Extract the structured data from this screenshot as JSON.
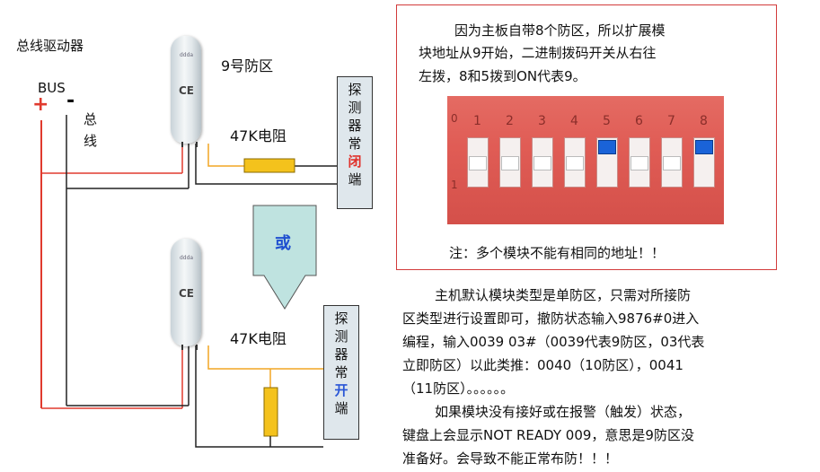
{
  "bus": {
    "driver_label": "总线驱动器",
    "bus_label": "BUS",
    "plus": "+",
    "minus": "-",
    "line_label_1": "总",
    "line_label_2": "线"
  },
  "top_circuit": {
    "zone_label": "9号防区",
    "resistor_label": "47K电阻",
    "module_ce": "CE",
    "module_tag": "ddda",
    "detector_chars": [
      "探",
      "测",
      "器",
      "常",
      "闭",
      "端"
    ],
    "detector_highlight_color": "#e0302a"
  },
  "or_arrow": {
    "label": "或",
    "label_color": "#1f4fd0",
    "fill_color": "#bfe3e0"
  },
  "bottom_circuit": {
    "resistor_label": "47K电阻",
    "module_ce": "CE",
    "module_tag": "ddda",
    "detector_chars": [
      "探",
      "测",
      "器",
      "常",
      "开",
      "端"
    ],
    "detector_highlight_color": "#2a56d6"
  },
  "info_box": {
    "lines": [
      "因为主板自带8个防区，所以扩展模",
      "块地址从9开始，二进制拨码开关从右往",
      "左拨，8和5拨到ON代表9。"
    ],
    "dip_numbers": [
      "1",
      "2",
      "3",
      "4",
      "5",
      "6",
      "7",
      "8"
    ],
    "dip_on_positions": [
      5,
      8
    ],
    "note": "注：多个模块不能有相同的地址！！"
  },
  "instructions": {
    "lines": [
      "主机默认模块类型是单防区，只需对所接防",
      "区类型进行设置即可，撤防状态输入9876#0进入",
      "编程，输入0039 03#（0039代表9防区，03代表",
      "立即防区）以此类推：0040（10防区），0041",
      "（11防区）。。。。。。",
      "如果模块没有接好或在报警（触发）状态，",
      "键盘上会显示NOT READY 009，意思是9防区没",
      "准备好。会导致不能正常布防！！！"
    ]
  },
  "colors": {
    "bus_plus_wire": "#e03a2e",
    "bus_minus_wire": "#222222",
    "detector_wire": "#f2a623",
    "resistor_fill": "#f4c21c"
  }
}
